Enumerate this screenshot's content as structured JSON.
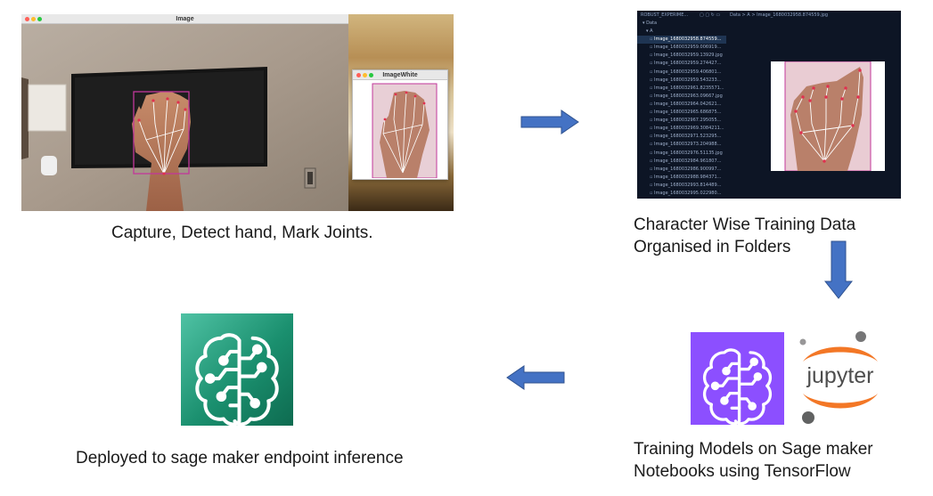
{
  "steps": {
    "capture": {
      "caption": "Capture, Detect hand, Mark Joints.",
      "window_title": "Image",
      "overlay_window_title": "ImageWhite"
    },
    "organise": {
      "caption_line1": "Character Wise Training Data",
      "caption_line2": "Organised in Folders",
      "explorer": {
        "root": "ROBUST_EXPERIME...",
        "breadcrumb": "Data > A > Image_1680032958.874559.jpg",
        "folder_data": "Data",
        "folder_a": "A",
        "files": [
          "Image_1680032958.874559...",
          "Image_1680032959.006919...",
          "Image_1680032959.13929.jpg",
          "Image_1680032959.274427...",
          "Image_1680032959.406801...",
          "Image_1680032959.543233...",
          "Image_1680032961.8235571...",
          "Image_1680032963.09667.jpg",
          "Image_1680032964.042621...",
          "Image_1680032965.686875...",
          "Image_1680032967.295055...",
          "Image_1680032969.3084211...",
          "Image_1680032971.523295...",
          "Image_1680032973.204988...",
          "Image_1680032976.51135.jpg",
          "Image_1680032984.961807...",
          "Image_1680032986.900997...",
          "Image_1680032988.984371...",
          "Image_1680032993.814489...",
          "Image_1680032995.022980..."
        ]
      }
    },
    "training": {
      "caption_line1": "Training Models on Sage maker",
      "caption_line2": "Notebooks using TensorFlow",
      "jupyter_wordmark": "jupyter"
    },
    "deploy": {
      "caption": "Deployed to sage maker endpoint inference"
    }
  },
  "colors": {
    "arrow_fill": "#4472c4",
    "arrow_stroke": "#2f528f",
    "sagemaker_green": "#1a8f6e",
    "sagemaker_purple": "#8c4fff",
    "jupyter_orange": "#f37726",
    "hand_box": "#c2379b"
  },
  "icons": {
    "deploy": "sagemaker-brain-icon",
    "training": "sagemaker-brain-icon",
    "notebook": "jupyter-logo"
  }
}
